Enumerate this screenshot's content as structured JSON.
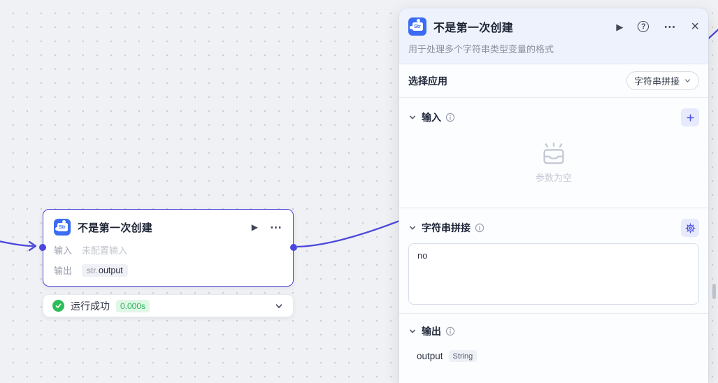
{
  "icons": {
    "play": "▶",
    "more": "⋯",
    "close": "×",
    "help": "?",
    "node_icon_label": "Str",
    "plus": "+"
  },
  "colors": {
    "accent_purple": "#4b46dd",
    "node_icon_blue": "#3b6cf4",
    "success_green": "#2ebd59",
    "panel_header_bg": "#edf2fc",
    "canvas_bg": "#eff1f4"
  },
  "canvas": {
    "node": {
      "title": "不是第一次创建",
      "input_label": "输入",
      "input_value": "未配置输入",
      "output_label": "输出",
      "output_type": "str.",
      "output_name": "output"
    },
    "status": {
      "label": "运行成功",
      "duration": "0.000s"
    }
  },
  "panel": {
    "header": {
      "title": "不是第一次创建",
      "subtitle": "用于处理多个字符串类型变量的格式"
    },
    "app_select": {
      "label": "选择应用",
      "value": "字符串拼接"
    },
    "input_section": {
      "title": "输入",
      "empty_text": "参数为空"
    },
    "concat_section": {
      "title": "字符串拼接",
      "value": "no"
    },
    "output_section": {
      "title": "输出",
      "output_name": "output",
      "output_type": "String"
    }
  }
}
